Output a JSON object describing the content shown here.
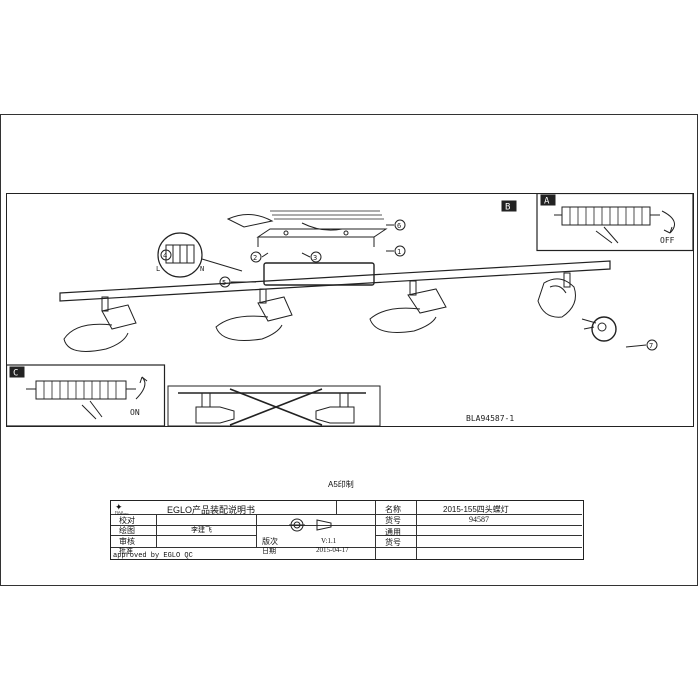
{
  "panels": {
    "main_label": "B",
    "inset_a_label": "A",
    "inset_c_label": "C",
    "inset_a_off": "OFF",
    "inset_c_on": "ON",
    "terminal_l": "L",
    "terminal_n": "N",
    "step_numbers": [
      "1",
      "2",
      "3",
      "4",
      "5",
      "6",
      "7"
    ],
    "model_code": "BLA94587-1"
  },
  "print_note": "A5印制",
  "title_block": {
    "brand": "EGLO产品装配说明书",
    "logo_lines": [
      "EGLO",
      "LIGHTING"
    ],
    "name_label": "名称",
    "name_value": "2015-155四头蝶灯",
    "proof_label": "校对",
    "drawing_label": "绘图",
    "drawing_value": "李建飞",
    "review_label": "审核",
    "approve_label": "批准",
    "item_no_label": "货号",
    "item_no_value": "94587",
    "version_label": "版次",
    "version_value": "V:1.1",
    "date_label": "日期",
    "date_value": "2015-04-17",
    "general_label": "通用",
    "general_label2": "货号",
    "approved_by": "approved by EGLO QC"
  }
}
